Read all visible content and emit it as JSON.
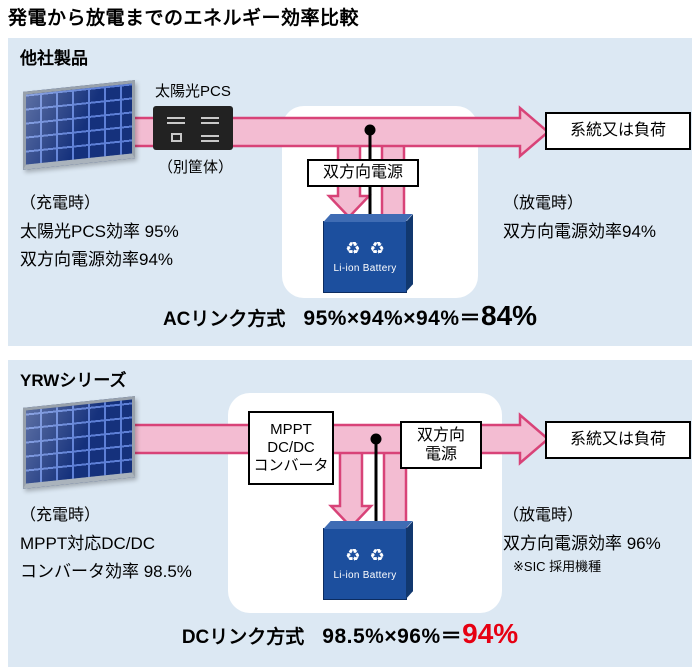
{
  "title": "発電から放電までのエネルギー効率比較",
  "icons": {
    "recycle": "♻"
  },
  "colors": {
    "panel_bg": "#dce8f3",
    "arrow_stroke": "#d84378",
    "arrow_fill": "#f3bcd2",
    "battery_blue": "#1c4f9e",
    "result_red": "#e60012"
  },
  "top": {
    "label": "他社製品",
    "pcs_title": "太陽光PCS",
    "pcs_note": "（別筐体）",
    "bidir": "双方向電源",
    "battery": "Li-ion Battery",
    "load": "系統又は負荷",
    "charge": {
      "title": "（充電時）",
      "lines": [
        "太陽光PCS効率 95%",
        "双方向電源効率94%"
      ]
    },
    "discharge": {
      "title": "（放電時）",
      "lines": [
        "双方向電源効率94%"
      ]
    },
    "formula": {
      "method": "ACリンク方式",
      "calc": "95%×94%×94%＝",
      "result": "84%"
    }
  },
  "bottom": {
    "label": "YRWシリーズ",
    "converter_lines": [
      "MPPT",
      "DC/DC",
      "コンバータ"
    ],
    "bidir_lines": [
      "双方向",
      "電源"
    ],
    "battery": "Li-ion Battery",
    "load": "系統又は負荷",
    "charge": {
      "title": "（充電時）",
      "lines": [
        "MPPT対応DC/DC",
        "コンバータ効率 98.5%"
      ]
    },
    "discharge": {
      "title": "（放電時）",
      "lines": [
        "双方向電源効率 96%"
      ],
      "note": "※SIC 採用機種"
    },
    "formula": {
      "method": "DCリンク方式",
      "calc": "98.5%×96%＝",
      "result": "94%"
    }
  }
}
